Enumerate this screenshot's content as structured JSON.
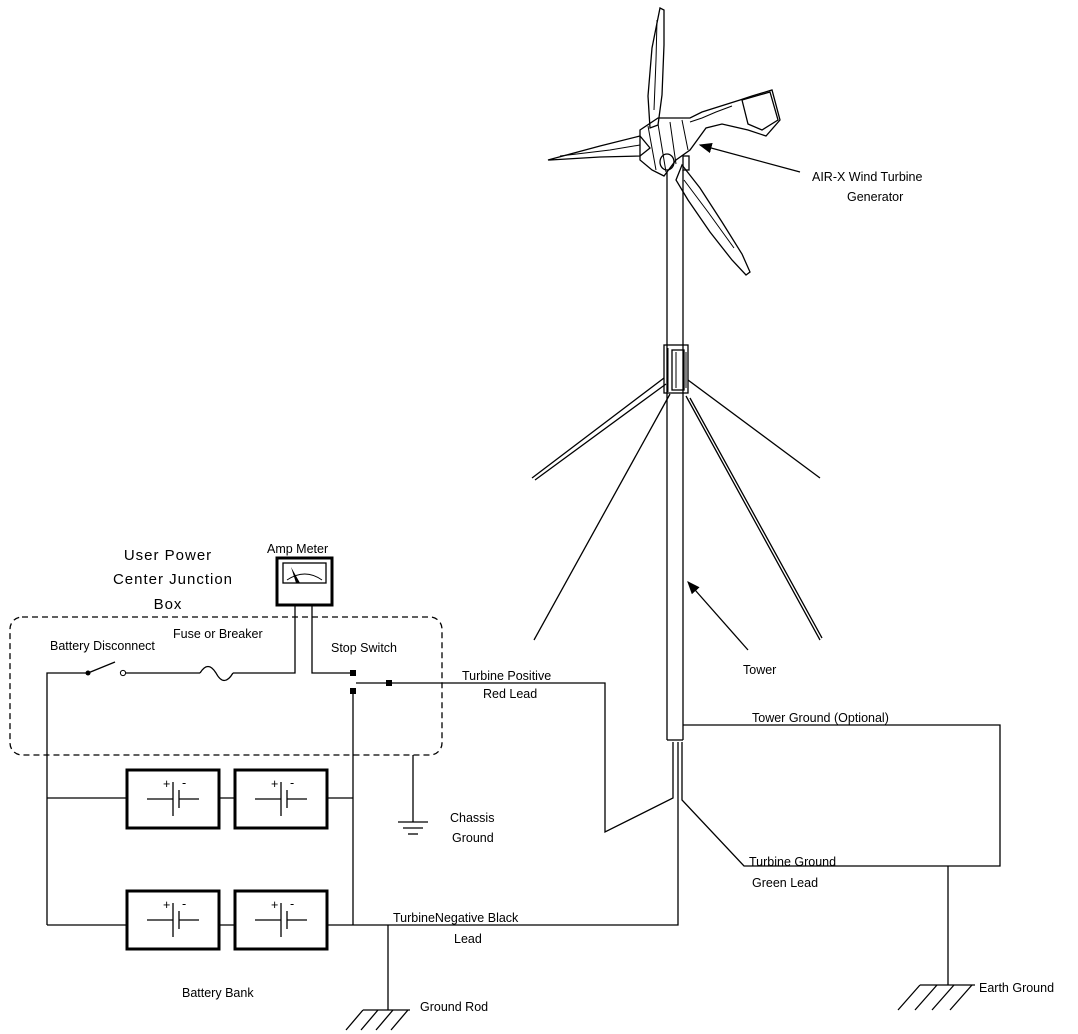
{
  "labels": {
    "turbine": [
      "AIR-X Wind Turbine",
      "Generator"
    ],
    "tower": "Tower",
    "tower_ground": "Tower Ground (Optional)",
    "turbine_positive": [
      "Turbine Positive",
      "Red Lead"
    ],
    "turbine_ground": [
      "Turbine Ground",
      "Green Lead"
    ],
    "turbine_negative": [
      "TurbineNegative Black",
      "Lead"
    ],
    "user_power_center": [
      "User Power",
      "Center Junction",
      "Box"
    ],
    "amp_meter": "Amp Meter",
    "fuse": "Fuse or Breaker",
    "battery_disconnect": "Battery Disconnect",
    "stop_switch": "Stop Switch",
    "chassis_ground": [
      "Chassis",
      "Ground"
    ],
    "battery_bank": "Battery Bank",
    "ground_rod": "Ground Rod",
    "earth_ground": "Earth Ground"
  },
  "battery_symbol": {
    "plus": "+",
    "minus": "-"
  },
  "battery_count": 4
}
